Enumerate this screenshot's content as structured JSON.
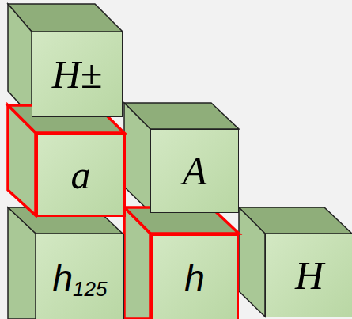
{
  "diagram": {
    "nodes": [
      {
        "text": [
          "H±"
        ]
      },
      {
        "text": [
          "a"
        ]
      },
      {
        "text": [
          "A"
        ]
      },
      {
        "text": [
          "h",
          "125"
        ]
      },
      {
        "text": [
          "h"
        ]
      },
      {
        "text": [
          "H"
        ]
      }
    ]
  }
}
